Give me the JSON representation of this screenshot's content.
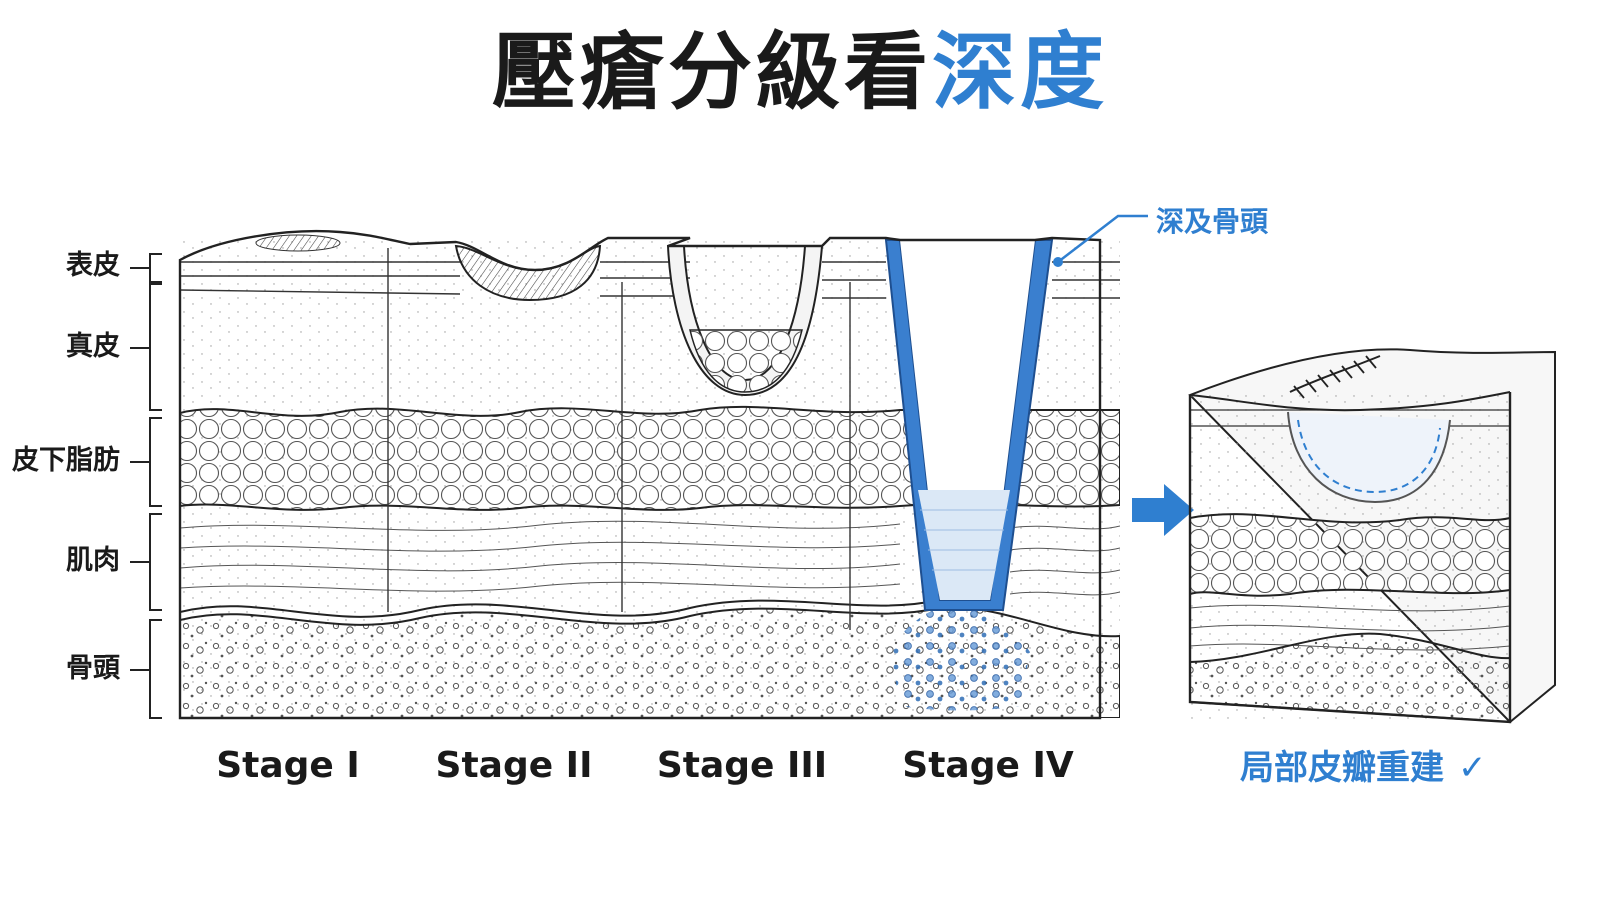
{
  "title": {
    "main": "壓瘡分級看",
    "accent": "深度"
  },
  "layers": [
    "表皮",
    "真皮",
    "皮下脂肪",
    "肌肉",
    "骨頭"
  ],
  "stages": [
    "Stage I",
    "Stage II",
    "Stage III",
    "Stage IV"
  ],
  "callout": "深及骨頭",
  "result": {
    "label": "局部皮瓣重建",
    "check": "✓"
  },
  "colors": {
    "accent": "#2f7fd0",
    "ink": "#1a1a1a",
    "wound": "#dbe8f6"
  }
}
